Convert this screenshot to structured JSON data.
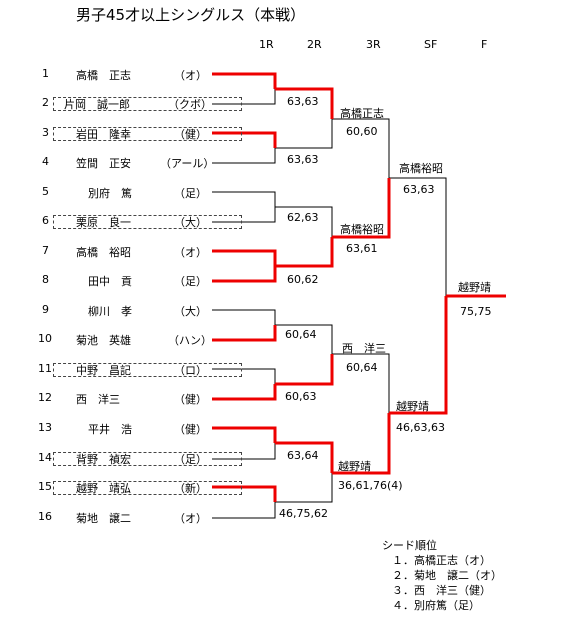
{
  "title": "男子45才以上シングルス（本戦）",
  "rounds": [
    "1R",
    "2R",
    "3R",
    "SF",
    "F"
  ],
  "players": [
    {
      "num": "1",
      "name": "高橋　正志",
      "club": "（オ）"
    },
    {
      "num": "2",
      "name": "片岡　誠一郎",
      "club": "（クボ）"
    },
    {
      "num": "3",
      "name": "岩田　隆幸",
      "club": "（健）"
    },
    {
      "num": "4",
      "name": "笠間　正安",
      "club": "（アール）"
    },
    {
      "num": "5",
      "name": "別府　篤",
      "club": "（足）"
    },
    {
      "num": "6",
      "name": "栗原　良一",
      "club": "（大）"
    },
    {
      "num": "7",
      "name": "高橋　裕昭",
      "club": "（オ）"
    },
    {
      "num": "8",
      "name": "田中　貢",
      "club": "（足）"
    },
    {
      "num": "9",
      "name": "柳川　孝",
      "club": "（大）"
    },
    {
      "num": "10",
      "name": "菊池　英雄",
      "club": "（ハン）"
    },
    {
      "num": "11",
      "name": "中野　昌記",
      "club": "（ロ）"
    },
    {
      "num": "12",
      "name": "西　洋三",
      "club": "（健）"
    },
    {
      "num": "13",
      "name": "平井　浩",
      "club": "（健）"
    },
    {
      "num": "14",
      "name": "背野　禎宏",
      "club": "（足）"
    },
    {
      "num": "15",
      "name": "越野　靖弘",
      "club": "（新）"
    },
    {
      "num": "16",
      "name": "菊地　譲二",
      "club": "（オ）"
    }
  ],
  "r1_scores": [
    "63,63",
    "63,63",
    "62,63",
    "60,62",
    "60,64",
    "60,63",
    "63,64",
    "46,75,62"
  ],
  "r2": [
    {
      "winner": "高橋正志",
      "score": "60,60"
    },
    {
      "winner": "高橋裕昭",
      "score": "63,61"
    },
    {
      "winner": "西　洋三",
      "score": "60,64"
    },
    {
      "winner": "越野靖",
      "score": "36,61,76(4)"
    }
  ],
  "sf": [
    {
      "winner": "高橋裕昭",
      "score": "63,63"
    },
    {
      "winner": "越野靖",
      "score": "46,63,63"
    }
  ],
  "final": {
    "winner": "越野靖",
    "score": "75,75"
  },
  "seeds": {
    "heading": "シード順位",
    "items": [
      "１．高橋正志（オ）",
      "２．菊地　譲二（オ）",
      "３．西　洋三（健）",
      "４．別府篤（足）"
    ]
  }
}
